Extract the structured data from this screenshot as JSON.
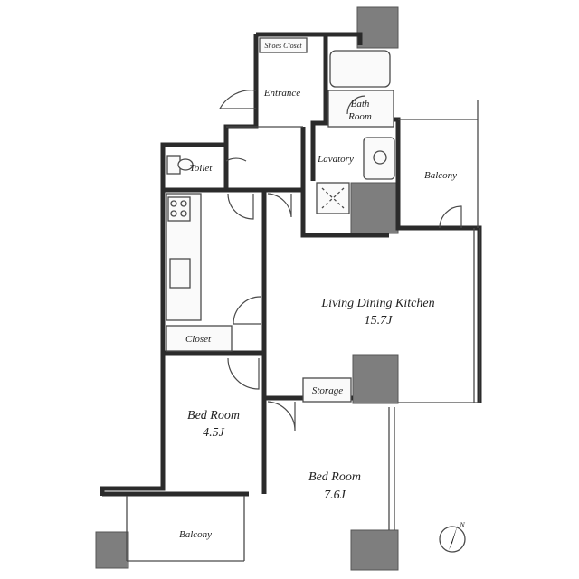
{
  "rooms": {
    "shoes_closet": "Shoes Closet",
    "entrance": "Entrance",
    "bath_line1": "Bath",
    "bath_line2": "Room",
    "lavatory": "Lavatory",
    "toilet": "Toilet",
    "balcony_east": "Balcony",
    "ldk_name": "Living Dining Kitchen",
    "ldk_size": "15.7J",
    "closet": "Closet",
    "storage": "Storage",
    "bed_small_name": "Bed Room",
    "bed_small_size": "4.5J",
    "bed_large_name": "Bed Room",
    "bed_large_size": "7.6J",
    "balcony_south": "Balcony"
  },
  "compass": {
    "label": "N",
    "icon": "north-arrow-icon"
  },
  "colors": {
    "wall": "#2b2b2b",
    "column": "#7e7e7e",
    "background": "#ffffff"
  }
}
